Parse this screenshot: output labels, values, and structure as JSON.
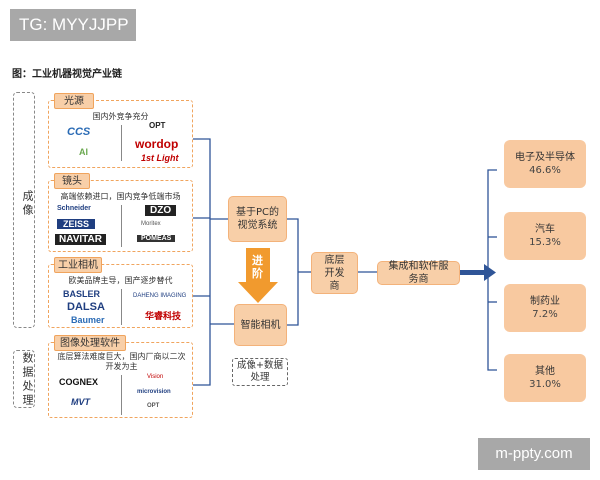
{
  "watermark_top": "TG: MYYJJPP",
  "figure_title": "图：工业机器视觉产业链",
  "side_labels": {
    "imaging": "成像",
    "processing": "数据处理"
  },
  "groups": {
    "light": {
      "tag": "光源",
      "desc": "国内外竞争充分",
      "logos": [
        "CCS",
        "OPT",
        "AI",
        "wordop",
        "1st Light"
      ]
    },
    "lens": {
      "tag": "镜头",
      "desc": "高端依赖进口，国内竞争低端市场",
      "logos": [
        "Schneider",
        "DZO",
        "ZEISS",
        "Moritex",
        "NAVITAR",
        "POMEAS"
      ]
    },
    "camera": {
      "tag": "工业相机",
      "desc": "欧美品牌主导，国产逐步替代",
      "logos": [
        "BASLER",
        "DAHENG IMAGING",
        "DALSA",
        "华睿科技",
        "Baumer"
      ]
    },
    "software": {
      "tag": "图像处理软件",
      "desc": "底层算法难度巨大，国内厂商以二次开发为主",
      "logos": [
        "COGNEX",
        "Vision",
        "MVT",
        "microvision",
        "OPT"
      ]
    }
  },
  "nodes": {
    "pc_vision": "基于PC的视觉系统",
    "advance": "进阶",
    "smart_camera": "智能相机",
    "imaging_plus_data": "成像+数据处理",
    "platform_dev": "底层开发商",
    "integrator": "集成和软件服务商"
  },
  "markets": [
    {
      "name": "电子及半导体",
      "pct": "46.6%"
    },
    {
      "name": "汽车",
      "pct": "15.3%"
    },
    {
      "name": "制药业",
      "pct": "7.2%"
    },
    {
      "name": "其他",
      "pct": "31.0%"
    }
  ],
  "watermark_bottom": "m-ppty.com",
  "colors": {
    "group_border": "#f0a45d",
    "tag_fill": "#f8cfa8",
    "node_fill": "#f8cfa8",
    "market_fill": "#f8c9a0",
    "advance_arrow": "#f19a2e",
    "connector": "#2f5597",
    "watermark": "#a8a8a8"
  }
}
